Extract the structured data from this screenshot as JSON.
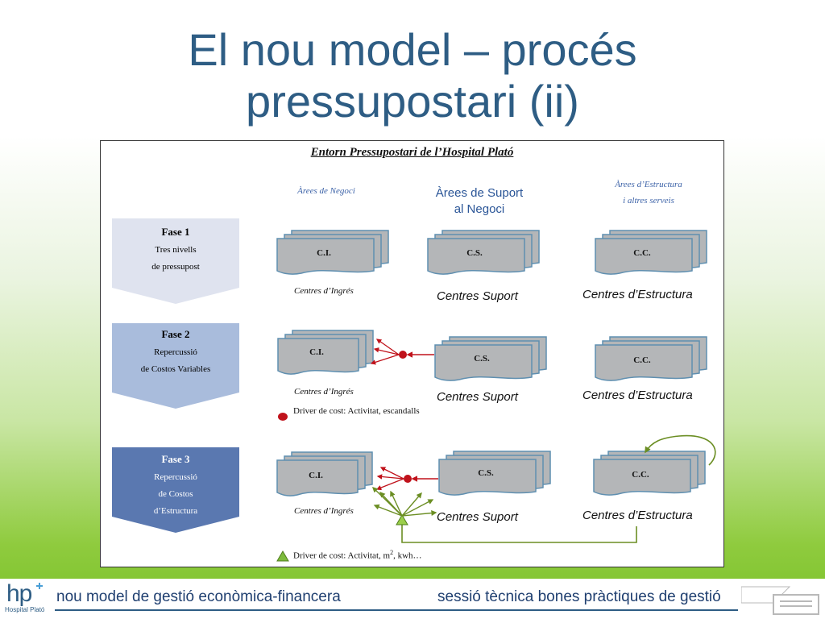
{
  "slide": {
    "title_line1": "El nou model – procés",
    "title_line2": "pressupostari (ii)"
  },
  "diagram": {
    "title": "Entorn Pressupostari de l’Hospital Plató",
    "area_business": "Àrees de Negoci",
    "area_support_line1": "Àrees de Suport",
    "area_support_line2": "al Negoci",
    "area_structure_line1": "Àrees d’Estructura",
    "area_structure_line2": "i altres serveis",
    "phases": [
      {
        "heading": "Fase 1",
        "line1": "Tres nivells",
        "line2": "de pressupost",
        "line3": "",
        "color": "#dfe3ef",
        "text_color": "#111111"
      },
      {
        "heading": "Fase 2",
        "line1": "Repercussió",
        "line2": "de Costos Variables",
        "line3": "",
        "color": "#a9bcdc",
        "text_color": "#111111"
      },
      {
        "heading": "Fase 3",
        "line1": "Repercussió",
        "line2": "de Costos",
        "line3": "d’Estructura",
        "color": "#5a78b0",
        "text_color": "#ffffff"
      }
    ],
    "stacks": {
      "ci": "C.I.",
      "cs": "C.S.",
      "cc": "C.C."
    },
    "labels": {
      "ci": "Centres d’Ingrés",
      "cs": "Centres Suport",
      "cc": "Centres d’Estructura"
    },
    "driver_phase2": "Driver de cost: Activitat, escandalls",
    "driver_phase3_prefix": "Driver de cost: Activitat, m",
    "driver_phase3_sup": "2",
    "driver_phase3_suffix": ", kwh…",
    "colors": {
      "stack_fill": "#b4b6b8",
      "stack_border": "#5f8fb0",
      "red_driver": "#c0121b",
      "green_driver": "#6b8e23"
    }
  },
  "footer": {
    "logo_text": "hp",
    "logo_caption": "Hospital Plató",
    "left_text": "nou model de gestió econòmica-financera",
    "right_text": "sessió tècnica bones pràctiques de gestió"
  }
}
